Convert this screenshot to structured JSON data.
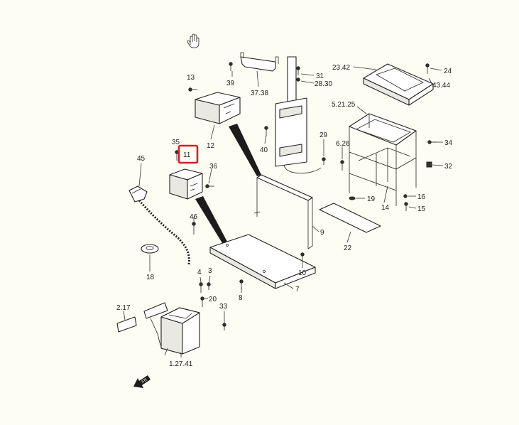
{
  "callouts": {
    "c13": "13",
    "c39": "39",
    "c3738": "37.38",
    "c31": "31",
    "c2830": "28.30",
    "c2342": "23.42",
    "c24": "24",
    "c4344": "43.44",
    "c12": "12",
    "c52125": "5.21.25",
    "c29": "29",
    "c40": "40",
    "c626": "6.26",
    "c34": "34",
    "c32": "32",
    "c35": "35",
    "c11": "11",
    "c36": "36",
    "c45": "45",
    "c19": "19",
    "c14": "14",
    "c16": "16",
    "c15": "15",
    "c46": "46",
    "c9": "9",
    "c22": "22",
    "c18": "18",
    "c4": "4",
    "c3": "3",
    "c10": "10",
    "c8": "8",
    "c7": "7",
    "c20": "20",
    "c217": "2.17",
    "c33": "33",
    "c12741": "1.27.41"
  },
  "highlight": {
    "part": "11",
    "color": "#d0202a"
  },
  "icons": {
    "cursor": "hand-pointer-icon",
    "direction": "direction-arrow-icon"
  }
}
